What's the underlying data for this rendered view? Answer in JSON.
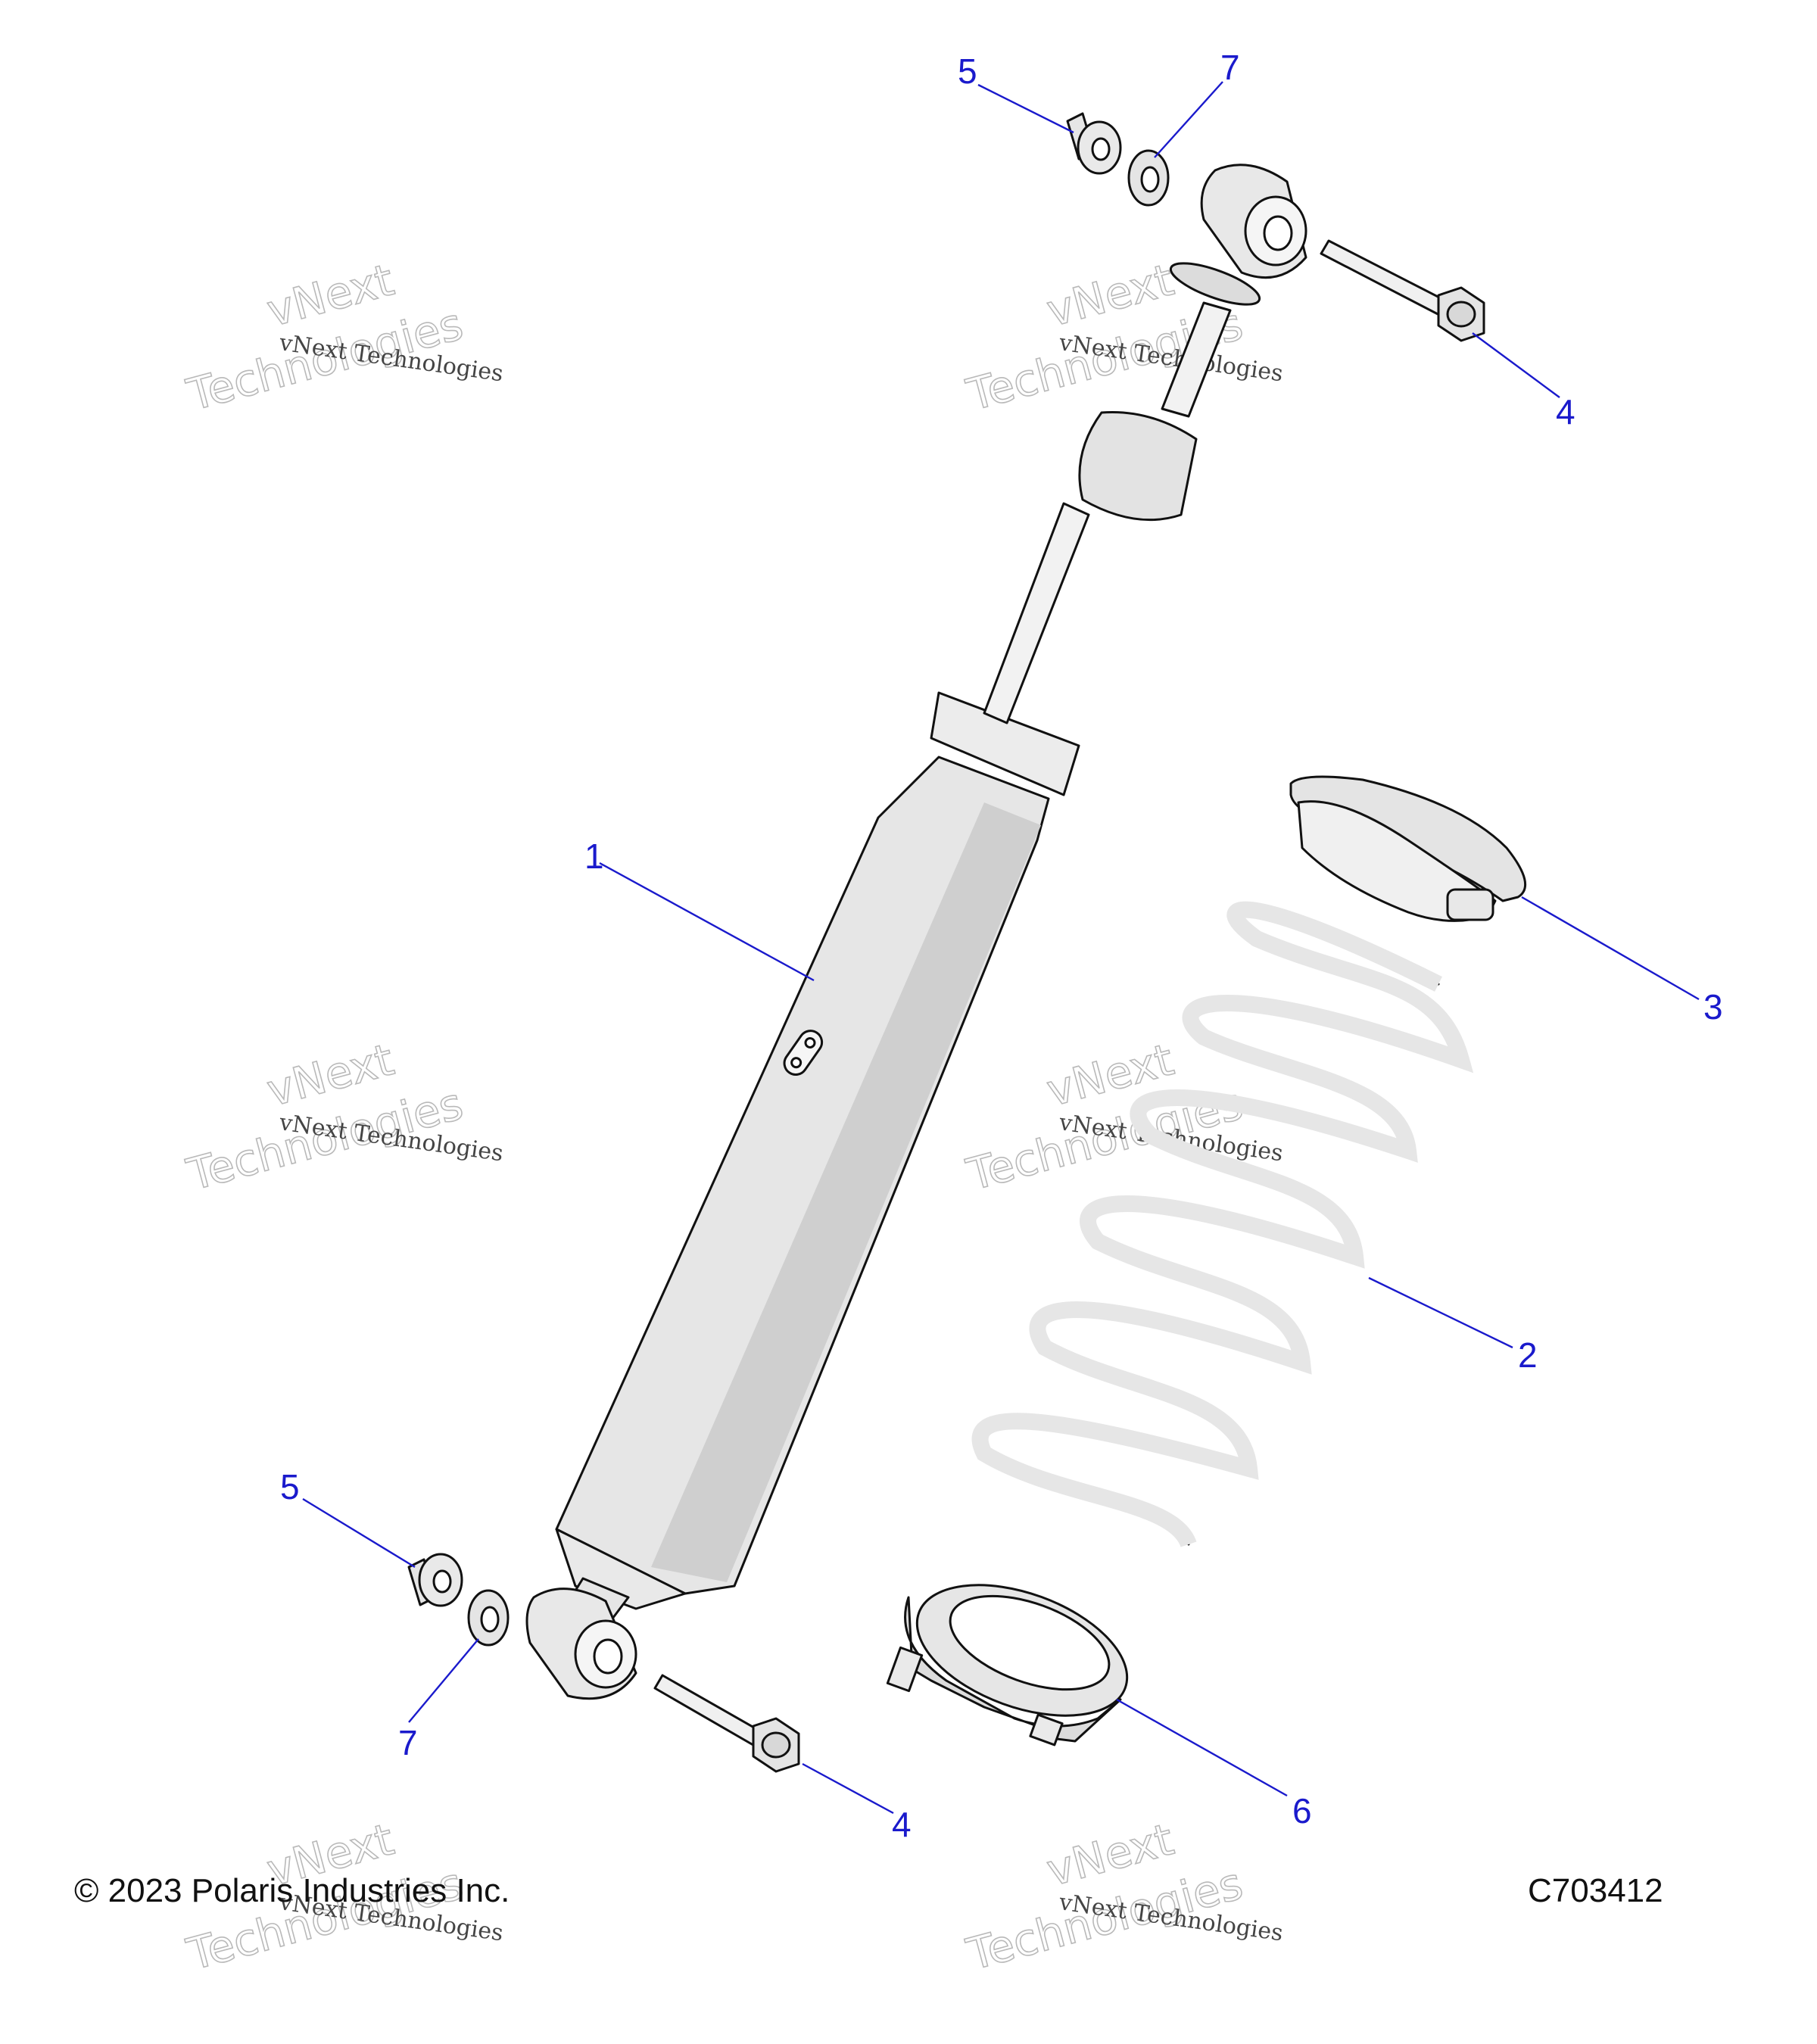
{
  "diagram": {
    "callouts": [
      "1",
      "2",
      "3",
      "4",
      "4",
      "5",
      "5",
      "6",
      "7",
      "7"
    ],
    "watermark": {
      "small": "vNext Technologies",
      "large_line1": "vNext",
      "large_line2": "Technologies"
    },
    "footer": {
      "copyright": "© 2023 Polaris Industries Inc.",
      "code": "C703412"
    }
  }
}
